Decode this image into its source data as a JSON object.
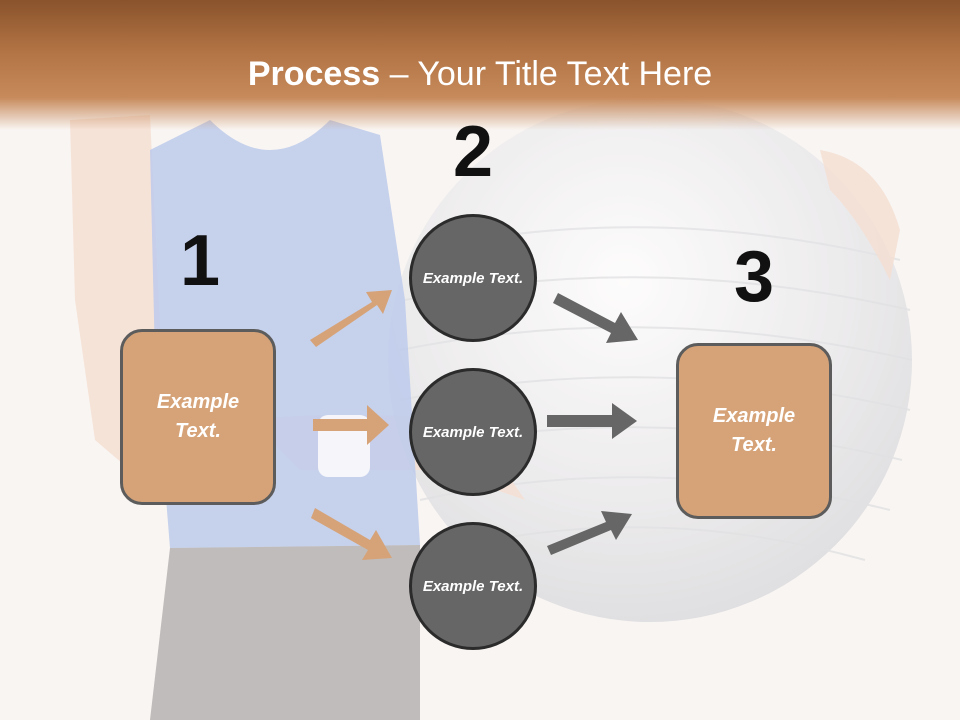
{
  "slide": {
    "title_bold": "Process",
    "title_rest": " – Your Title Text Here"
  },
  "steps": [
    {
      "number": "1",
      "text": "Example Text."
    },
    {
      "number": "2",
      "text": "Example Text."
    },
    {
      "number": "3",
      "text": "Example Text."
    }
  ],
  "middle_nodes": [
    {
      "text": "Example Text."
    },
    {
      "text": "Example Text."
    },
    {
      "text": "Example Text."
    }
  ],
  "colors": {
    "header": "#b27444",
    "box_fill": "#d6a378",
    "circle_fill": "#666666",
    "arrow_orange": "#d6a378",
    "arrow_gray": "#666666"
  }
}
